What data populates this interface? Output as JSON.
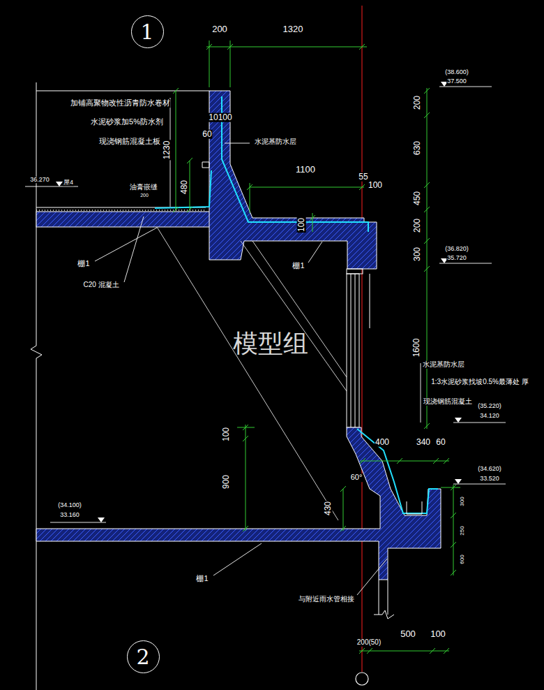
{
  "diagram": {
    "nodes": [
      {
        "text": [
          "1"
        ]
      },
      {
        "text": [
          "2"
        ]
      }
    ],
    "labels": [
      "200",
      "1320",
      "(38.600)",
      "37.500",
      "200",
      "630",
      "450",
      "200",
      "300",
      "(36.820)",
      "35.720",
      "1600",
      "水泥基防水层",
      "1:3水泥砂浆找坡0.5%最薄处 厚",
      "现浇钢筋混凝土",
      "(35.220)",
      "34.120",
      "(34.620)",
      "33.520",
      "300",
      "250",
      "600",
      "加铺高聚物改性沥青防水卷材",
      "水泥砂浆加5%防水剂",
      "现浇钢筋混凝土板",
      "1230",
      "10100",
      "60",
      "水泥基防水层",
      "1100",
      "55",
      "100",
      "屋4",
      "36.270",
      "油膏嵌缝",
      "200",
      "480",
      "100",
      "棚1",
      "C20 混凝土",
      "棚1",
      "模型组",
      "100",
      "900",
      "400",
      "340",
      "60",
      "60°",
      "430",
      "(34.100)",
      "33.160",
      "棚1",
      "与附近雨水管相接",
      "200(50)",
      "500",
      "100"
    ]
  }
}
